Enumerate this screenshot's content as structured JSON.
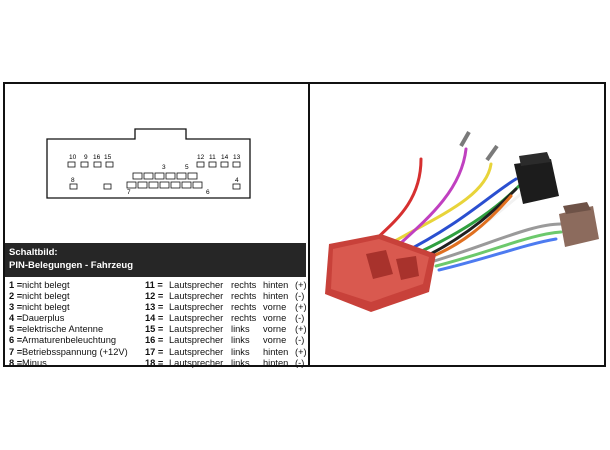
{
  "connector": {
    "top_left_labels": [
      "10",
      "9",
      "16",
      "15"
    ],
    "top_right_labels": [
      "12",
      "11",
      "14",
      "13"
    ],
    "center_labels": [
      "3",
      "5"
    ],
    "bottom_labels": [
      "8",
      "7",
      "6",
      "4"
    ]
  },
  "header": {
    "title": "Schaltbild:",
    "subtitle": "PIN-Belegungen - Fahrzeug"
  },
  "pins_left": [
    {
      "num": "1 =",
      "desc": "nicht belegt"
    },
    {
      "num": "2 =",
      "desc": "nicht belegt"
    },
    {
      "num": "3 =",
      "desc": "nicht belegt"
    },
    {
      "num": "4 =",
      "desc": "Dauerplus"
    },
    {
      "num": "5 =",
      "desc": "elektrische Antenne"
    },
    {
      "num": "6 =",
      "desc": "Armaturenbeleuchtung"
    },
    {
      "num": "7 =",
      "desc": "Betriebsspannung (+12V)"
    },
    {
      "num": "8 =",
      "desc": "Minus"
    }
  ],
  "pins_right": [
    {
      "num": "11 =",
      "desc": "Lautsprecher",
      "side": "rechts",
      "pos": "hinten",
      "sign": "(+)"
    },
    {
      "num": "12 =",
      "desc": "Lautsprecher",
      "side": "rechts",
      "pos": "hinten",
      "sign": "(-)"
    },
    {
      "num": "13 =",
      "desc": "Lautsprecher",
      "side": "rechts",
      "pos": "vorne",
      "sign": "(+)"
    },
    {
      "num": "14 =",
      "desc": "Lautsprecher",
      "side": "rechts",
      "pos": "vorne",
      "sign": "(-)"
    },
    {
      "num": "15 =",
      "desc": "Lautsprecher",
      "side": "links",
      "pos": "vorne",
      "sign": "(+)"
    },
    {
      "num": "16 =",
      "desc": "Lautsprecher",
      "side": "links",
      "pos": "vorne",
      "sign": "(-)"
    },
    {
      "num": "17 =",
      "desc": "Lautsprecher",
      "side": "links",
      "pos": "hinten",
      "sign": "(+)"
    },
    {
      "num": "18 =",
      "desc": "Lautsprecher",
      "side": "links",
      "pos": "hinten",
      "sign": "(-)"
    }
  ],
  "colors": {
    "plug_red": "#c8413a",
    "plug_dark": "#1c1c1c",
    "plug_brown": "#8c6b5d",
    "header_bar": "#262626"
  }
}
